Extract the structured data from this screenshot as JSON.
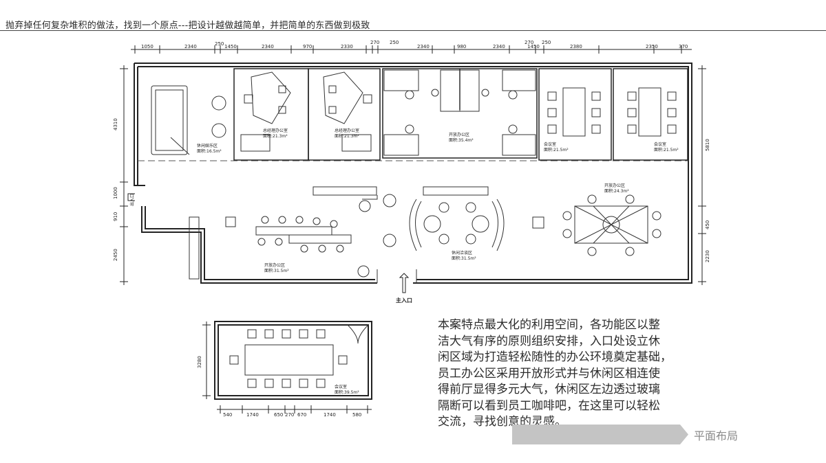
{
  "header": {
    "slogan": "抛弃掉任何复杂堆积的做法，找到一个原点---把设计越做越简单，并把简单的东西做到极致"
  },
  "plan": {
    "top_dimensions": [
      "1050",
      "2340",
      "250",
      "1450",
      "2340",
      "970",
      "2330",
      "270",
      "250",
      "2340",
      "980",
      "2340",
      "270",
      "1450",
      "250",
      "2380",
      "2350",
      "370"
    ],
    "left_dimensions": [
      "4310",
      "1000",
      "910",
      "2450"
    ],
    "right_dimensions": [
      "5810",
      "450",
      "2230"
    ],
    "room_labels": {
      "lounge_top": "休闲娱乐区",
      "lounge_top_area": "面积:16.5m²",
      "manager_office_1": "总经理办公室",
      "manager_office_1_area": "面积:21.3m²",
      "manager_office_2": "总经理办公室",
      "manager_office_2_area": "面积:21.3m²",
      "open_office_top": "开放办公区",
      "open_office_top_area": "面积:35.4m²",
      "meeting_1": "会议室",
      "meeting_1_area": "面积:21.5m²",
      "meeting_2": "会议室",
      "meeting_2_area": "面积:21.5m²",
      "open_office_right": "开放办公区",
      "open_office_right_area": "面积:24.3m²",
      "open_office_left": "开放办公区",
      "open_office_left_area": "面积:31.5m²",
      "lounge_center": "休闲洽谈区",
      "lounge_center_area": "面积:31.5m²",
      "exit": "出入口",
      "main_entrance": "主入口"
    }
  },
  "inset": {
    "left_dimension": "3280",
    "bottom_dimensions": [
      "540",
      "1740",
      "650",
      "270",
      "670",
      "1740",
      "580"
    ],
    "room_label": "会议室",
    "room_area": "面积:39.5m²"
  },
  "description": {
    "lines": [
      "本案特点最大化的利用空间，各功能区以整",
      "洁大气有序的原则组织安排，入口处设立休",
      "闲区域为打造轻松随性的办公环境奠定基础，",
      "员工办公区采用开放形式并与休闲区相连使",
      "得前厅显得多元大气，休闲区左边透过玻璃",
      "隔断可以看到员工咖啡吧，在这里可以轻松",
      "交流，寻找创意的灵感。"
    ]
  },
  "section_tag": {
    "label": "平面布局",
    "fill_color": "#c4c4c4"
  }
}
